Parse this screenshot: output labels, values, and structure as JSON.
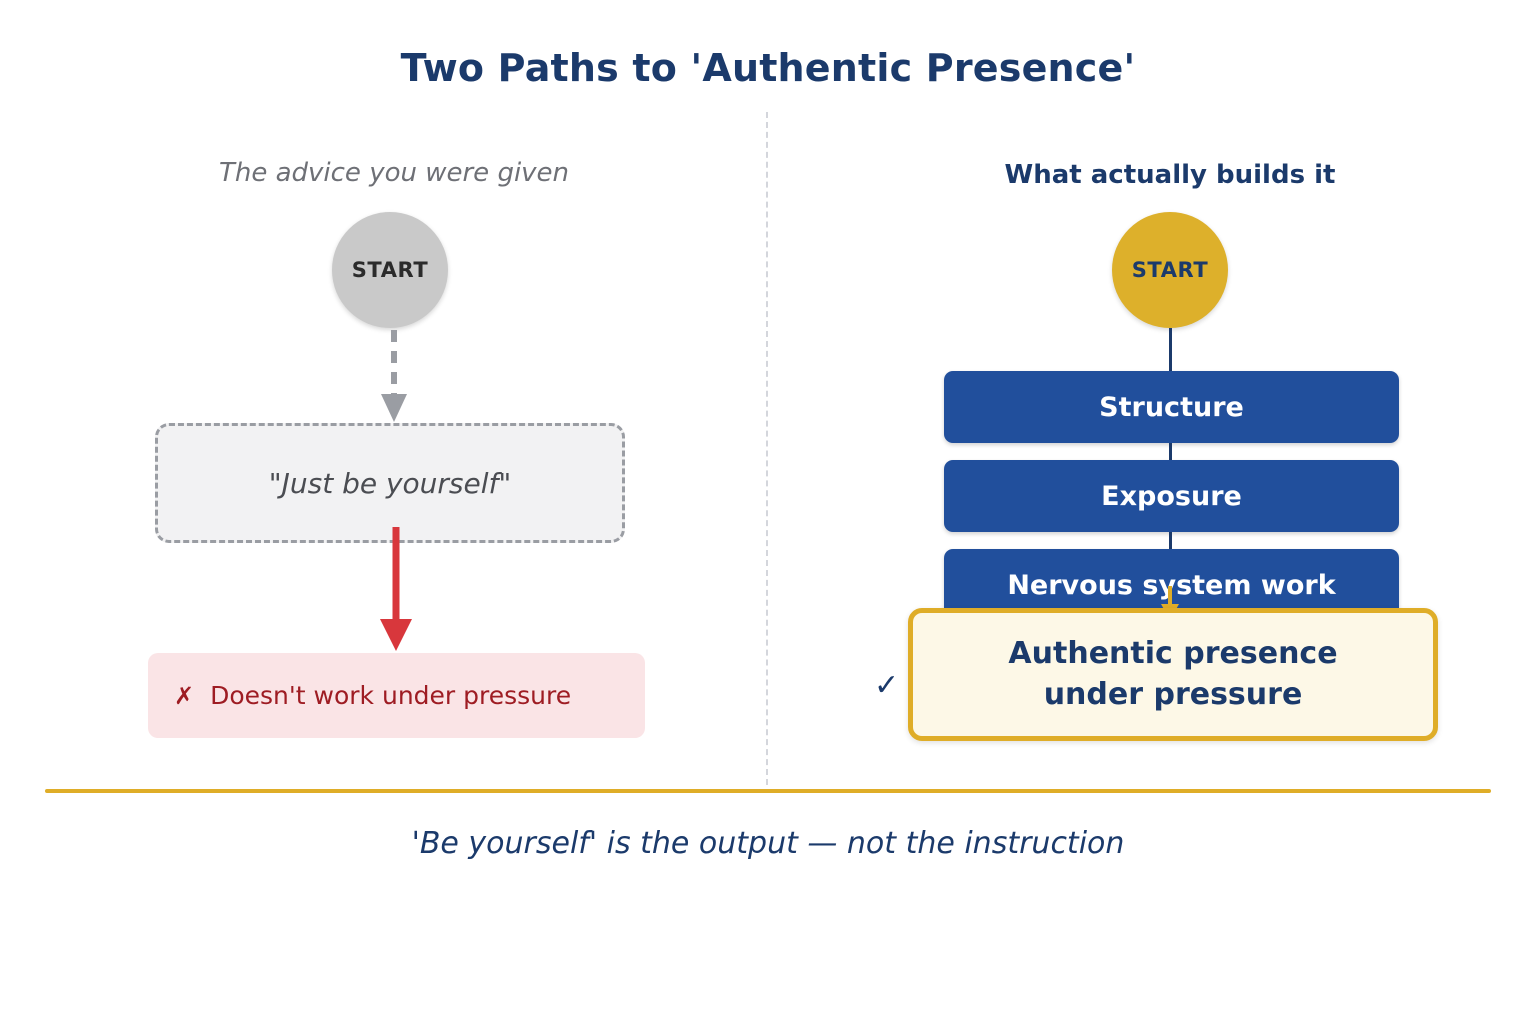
{
  "title": "Two Paths to 'Authentic Presence'",
  "colors": {
    "navy": "#1b3a6b",
    "bar_blue": "#214f9c",
    "gold": "#dfad28",
    "cream": "#fdf8e7",
    "gray_node": "#c9c9c9",
    "red": "#9e1c23",
    "red_bg": "#fae4e6",
    "gray_text": "#6e7076"
  },
  "left_column": {
    "header": "The advice you were given",
    "start_label": "START",
    "advice_text": "\"Just be yourself\"",
    "failure": {
      "icon": "✗",
      "label": "Doesn't work under pressure"
    }
  },
  "right_column": {
    "header": "What actually builds it",
    "start_label": "START",
    "steps": [
      "Structure",
      "Exposure",
      "Nervous system work"
    ],
    "outcome": {
      "check_icon": "✓",
      "line1": "Authentic presence",
      "line2": "under pressure"
    }
  },
  "footer": {
    "text": "'Be yourself' is the output — not the instruction"
  }
}
